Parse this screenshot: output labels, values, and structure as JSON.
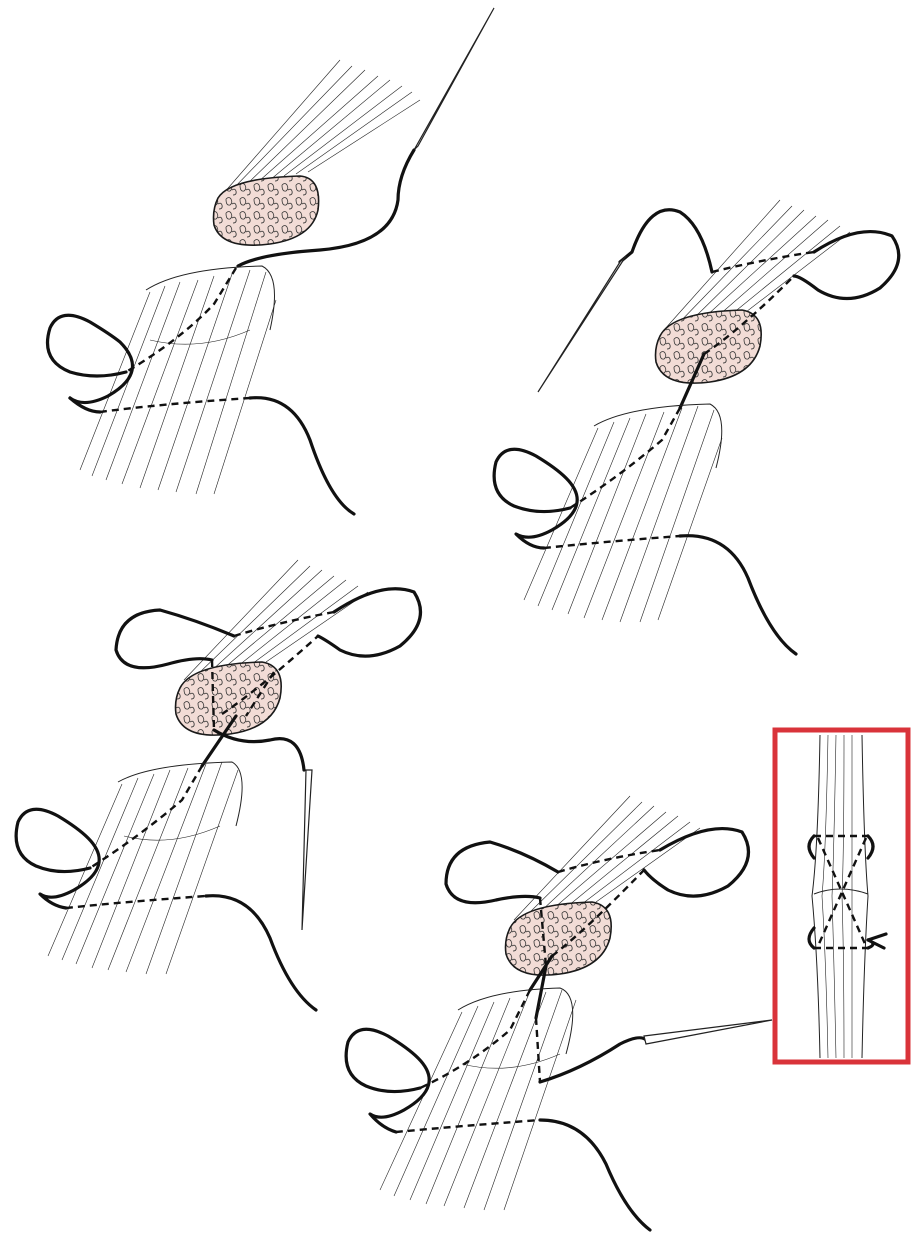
{
  "figure": {
    "panels": [
      {
        "id": "step-1"
      },
      {
        "id": "step-2"
      },
      {
        "id": "step-3"
      },
      {
        "id": "step-4"
      }
    ],
    "inset": {
      "id": "completed-repair"
    },
    "colors": {
      "tendon_cut_fill": "#f2dcd6",
      "tendon_cut_stroke": "#333333",
      "inset_border": "#d9333a",
      "suture": "#111111",
      "fibers": "#222222"
    }
  }
}
